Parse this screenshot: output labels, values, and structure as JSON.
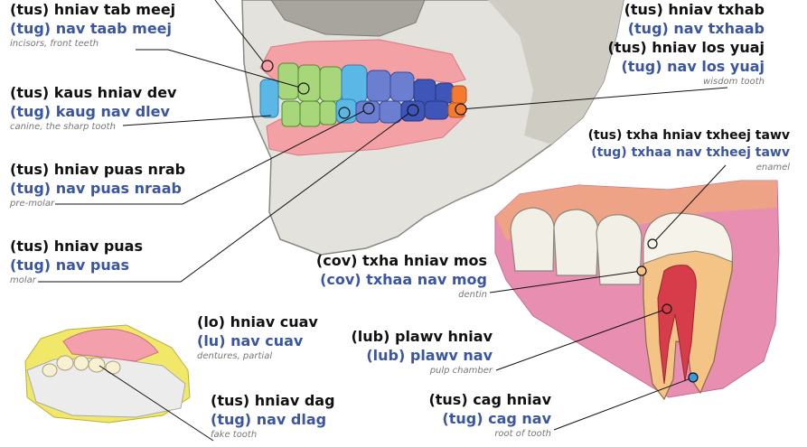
{
  "labels": {
    "incisor": {
      "l1": "(tus) hniav tab meej",
      "l2": "(tug) nav taab meej",
      "en": "incisors, front teeth"
    },
    "canine": {
      "l1": "(tus) kaus hniav dev",
      "l2": "(tug) kaug nav dlev",
      "en": "canine, the sharp tooth"
    },
    "premolar": {
      "l1": "(tus) hniav puas nrab",
      "l2": "(tug) nav puas nraab",
      "en": "pre-molar"
    },
    "molar": {
      "l1": "(tus) hniav puas",
      "l2": "(tug) nav puas",
      "en": "molar"
    },
    "denture": {
      "l1": "(lo) hniav cuav",
      "l2": "(lu) nav cuav",
      "en": "dentures, partial"
    },
    "fake": {
      "l1": "(tus) hniav dag",
      "l2": "(tug) nav dlag",
      "en": "fake tooth"
    },
    "back": {
      "l1": "(tus) hniav txhab",
      "l2": "(tug) nav txhaab"
    },
    "wisdom": {
      "l1": "(tus) hniav los yuaj",
      "l2": "(tug) nav los yuaj",
      "en": "wisdom tooth"
    },
    "enamel": {
      "l1": "(tus) txha hniav txheej tawv",
      "l2": "(tug) txhaa nav txheej tawv",
      "en": "enamel"
    },
    "dentin": {
      "l1": "(cov) txha hniav mos",
      "l2": "(cov) txhaa nav mog",
      "en": "dentin"
    },
    "pulp": {
      "l1": "(lub) plawv hniav",
      "l2": "(lub) plawv nav",
      "en": "pulp chamber"
    },
    "root": {
      "l1": "(tus) cag hniav",
      "l2": "(tug) cag nav",
      "en": "root of tooth"
    }
  }
}
